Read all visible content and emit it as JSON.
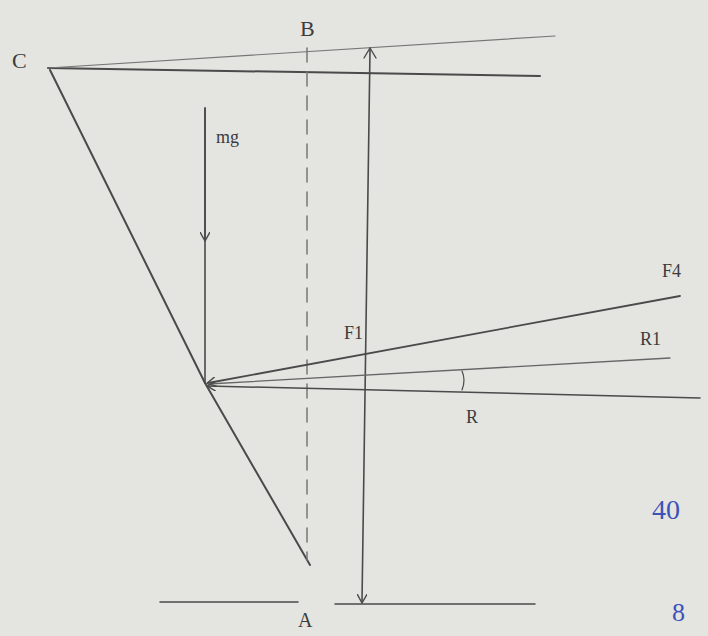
{
  "diagram": {
    "labels": [
      "C",
      "B",
      "mg",
      "F4",
      "F1",
      "R1",
      "R",
      "A",
      "40",
      "8"
    ]
  }
}
